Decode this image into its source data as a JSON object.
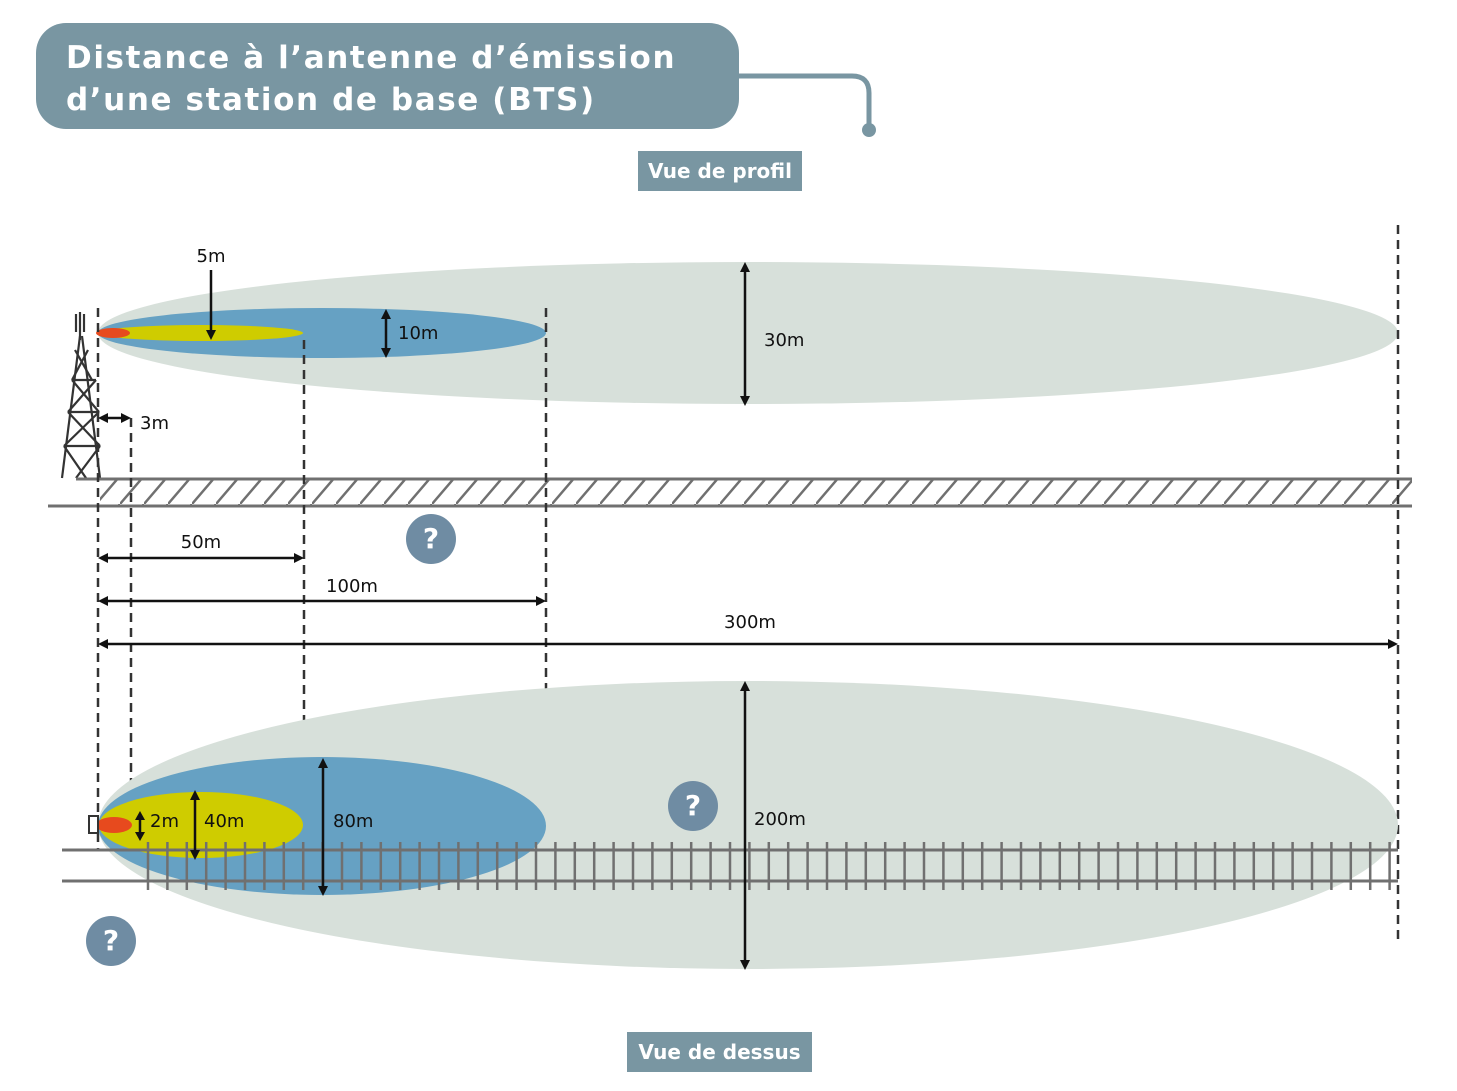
{
  "title": {
    "line1": "Distance à l’antenne d’émission",
    "line2": "d’une station de base (BTS)"
  },
  "views": {
    "profile": "Vue de profil",
    "top": "Vue de dessus"
  },
  "help_symbol": "?",
  "labels": {
    "profile_yellow_height": "5m",
    "profile_blue_height": "10m",
    "profile_grey_height": "30m",
    "profile_offset": "3m",
    "distance_50": "50m",
    "distance_100": "100m",
    "distance_300": "300m",
    "top_red_width": "2m",
    "top_yellow_width": "40m",
    "top_blue_width": "80m",
    "top_grey_width": "200m"
  },
  "colors": {
    "header": "#7996a2",
    "zone_grey": "#d7e0da",
    "zone_blue": "#66a1c3",
    "zone_yellow": "#cfcc00",
    "zone_red": "#e74a1e",
    "rail": "#707070"
  }
}
